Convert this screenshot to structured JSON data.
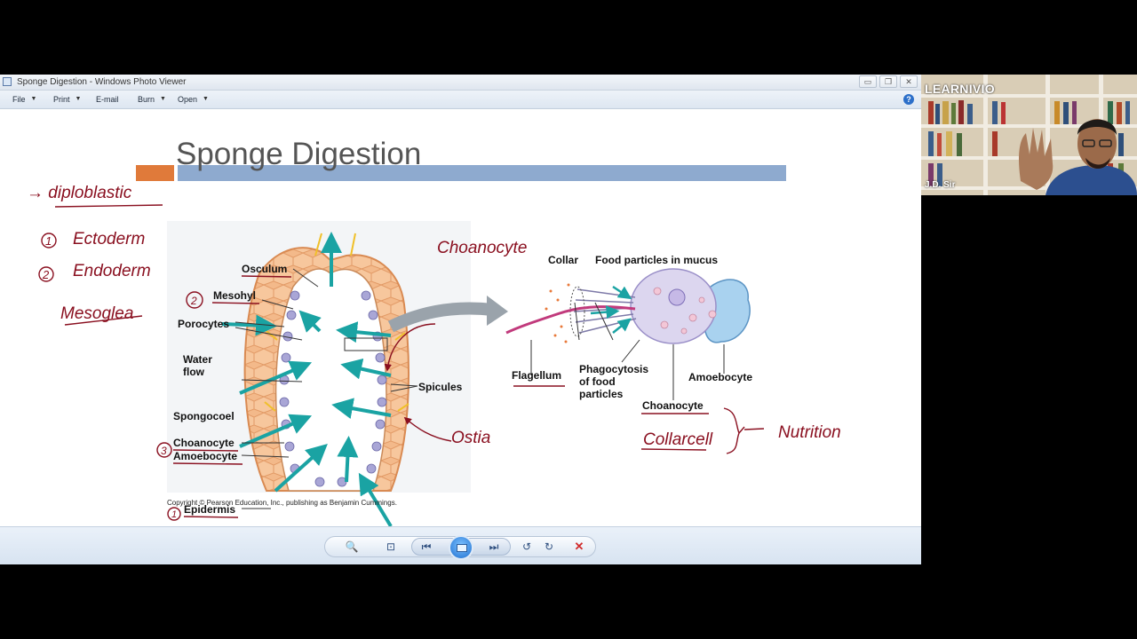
{
  "window": {
    "title": "Sponge Digestion - Windows Photo Viewer",
    "controls": {
      "minimize": "▭",
      "maximize": "❐",
      "close": "✕"
    }
  },
  "menu": [
    {
      "label": "File",
      "has_dropdown": true
    },
    {
      "label": "Print",
      "has_dropdown": true
    },
    {
      "label": "E-mail",
      "has_dropdown": false
    },
    {
      "label": "Burn",
      "has_dropdown": true
    },
    {
      "label": "Open",
      "has_dropdown": true
    }
  ],
  "help_label": "?",
  "slide": {
    "title": "Sponge Digestion",
    "left_labels": {
      "osculum": "Osculum",
      "mesohyl": "Mesohyl",
      "porocytes": "Porocytes",
      "water": "Water",
      "flow": "flow",
      "spongocoel": "Spongocoel",
      "choanocyte": "Choanocyte",
      "amoebocyte": "Amoebocyte",
      "epidermis": "Epidermis",
      "spicules": "Spicules"
    },
    "right_labels": {
      "collar": "Collar",
      "food_particles": "Food particles in mucus",
      "flagellum": "Flagellum",
      "phago_1": "Phagocytosis",
      "phago_2": "of food",
      "phago_3": "particles",
      "amoebocyte": "Amoebocyte",
      "choanocyte": "Choanocyte"
    },
    "copyright": "Copyright © Pearson Education, Inc., publishing as Benjamin Cummings."
  },
  "annotations": {
    "diploblastic": "→ diploblastic",
    "ectoderm": "Ectoderm",
    "endoderm": "Endoderm",
    "mesoglea": "Mesoglea",
    "num1": "1",
    "num2": "2",
    "choanocyte": "Choanocyte",
    "ostia": "Ostia",
    "collarcell": "Collarcell",
    "nutrition": "Nutrition",
    "circle_1": "1",
    "circle_2": "2",
    "circle_3": "3"
  },
  "webcam": {
    "brand": "LEARNIVIO",
    "presenter": "J.D. Sir"
  },
  "colors": {
    "ink": "#8a1020",
    "accent_bar": "#8eaacf",
    "accent_orange": "#e07a3a",
    "teal": "#1aa3a3"
  }
}
